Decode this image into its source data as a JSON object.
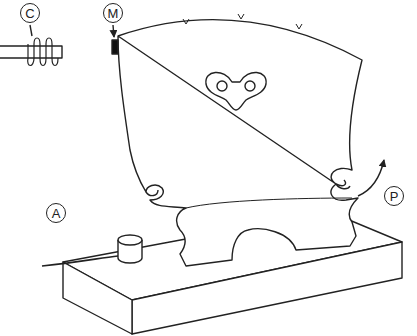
{
  "diagram": {
    "labels": [
      "C",
      "M",
      "A",
      "P"
    ]
  }
}
